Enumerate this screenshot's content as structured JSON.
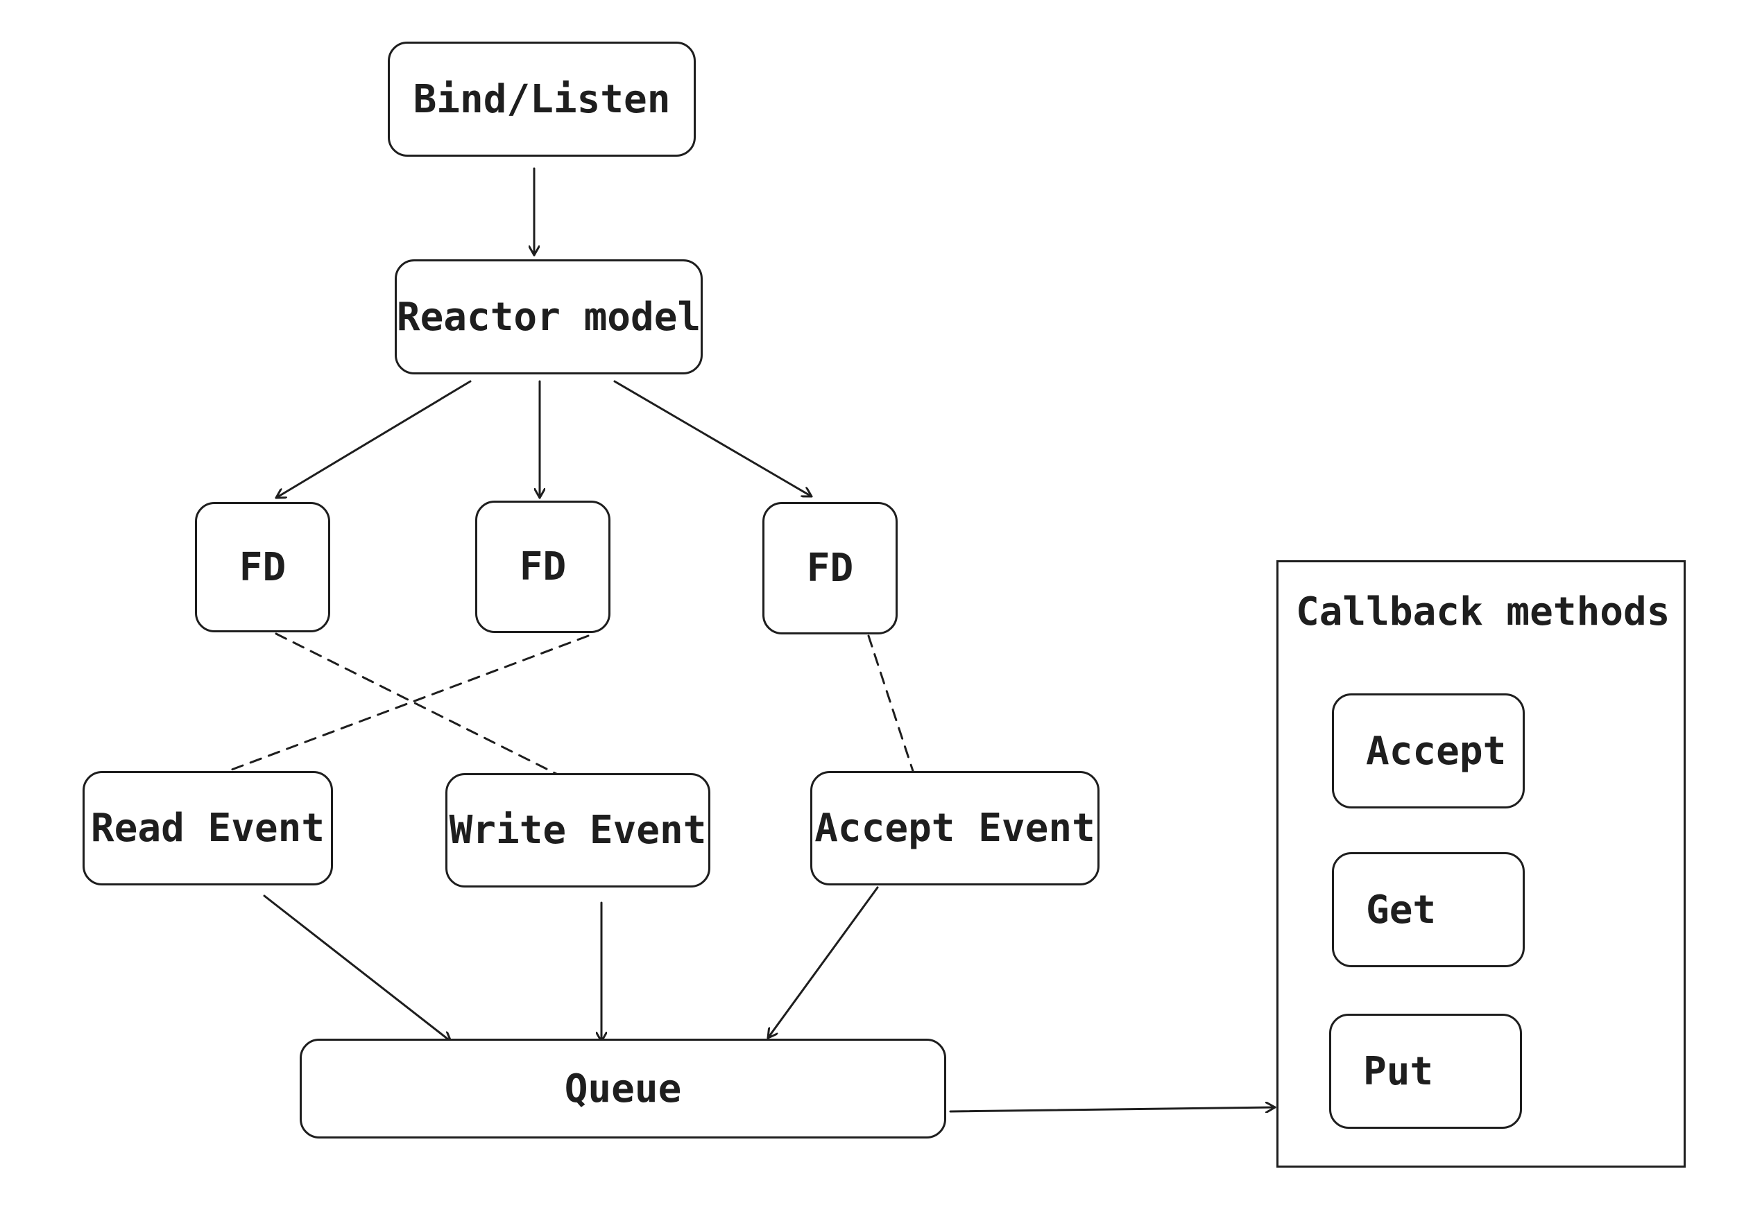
{
  "nodes": {
    "bind_listen": "Bind/Listen",
    "reactor_model": "Reactor model",
    "fd_1": "FD",
    "fd_2": "FD",
    "fd_3": "FD",
    "read_event": "Read Event",
    "write_event": "Write Event",
    "accept_event": "Accept Event",
    "queue": "Queue"
  },
  "callbacks": {
    "title": "Callback methods",
    "items": [
      "Accept",
      "Get",
      "Put"
    ]
  },
  "colors": {
    "stroke": "#1e1e1e",
    "background": "#ffffff"
  }
}
